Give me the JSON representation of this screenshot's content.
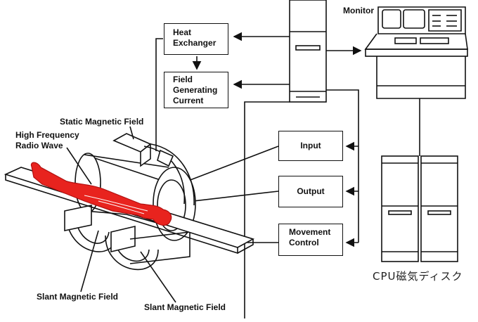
{
  "labels": {
    "monitor": "Monitor",
    "static_field": "Static Magnetic Field",
    "high_freq_1": "High Frequency",
    "high_freq_2": "Radio Wave",
    "slant_left": "Slant Magnetic Field",
    "slant_right": "Slant Magnetic Field",
    "cpu_disk": "CPU磁気ディスク"
  },
  "boxes": {
    "heat_exchanger": [
      "Heat",
      "Exchanger"
    ],
    "field_current": [
      "Field",
      "Generating",
      "Current"
    ],
    "input": "Input",
    "output": "Output",
    "movement": [
      "Movement",
      "Control"
    ]
  },
  "colors": {
    "line": "#111111",
    "body": "#e8231e",
    "body_outline": "#b01010"
  }
}
